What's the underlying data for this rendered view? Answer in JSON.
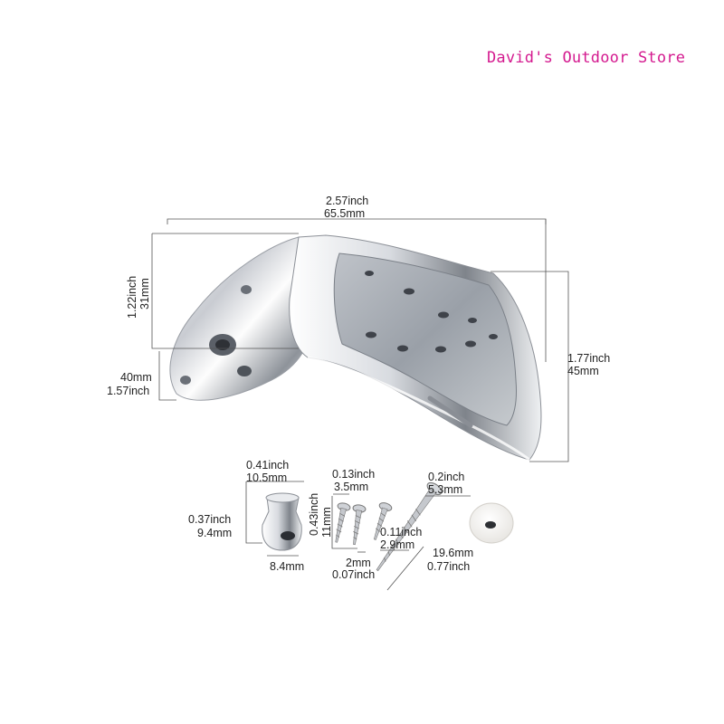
{
  "brand": {
    "text": "David's Outdoor Store",
    "color": "#d41a8f"
  },
  "tailpiece": {
    "width_inch": "2.57inch",
    "width_mm": "65.5mm",
    "height_left_inch": "1.22inch",
    "height_left_mm": "31mm",
    "height_right_inch": "1.77inch",
    "height_right_mm": "45mm",
    "depth_mm": "40mm",
    "depth_inch": "1.57inch"
  },
  "end_pin": {
    "width_inch": "0.41inch",
    "width_mm": "10.5mm",
    "height_inch": "0.37inch",
    "height_mm": "9.4mm",
    "base_mm": "8.4mm"
  },
  "small_screws": {
    "head_inch": "0.13inch",
    "head_mm": "3.5mm",
    "length_inch": "0.43inch",
    "length_mm": "11mm",
    "shank_mm": "2mm",
    "shank_inch": "0.07inch"
  },
  "long_screw": {
    "head_inch": "0.2inch",
    "head_mm": "5.3mm",
    "shank_inch": "0.11inch",
    "shank_mm": "2.9mm",
    "length_mm": "19.6mm",
    "length_inch": "0.77inch"
  }
}
